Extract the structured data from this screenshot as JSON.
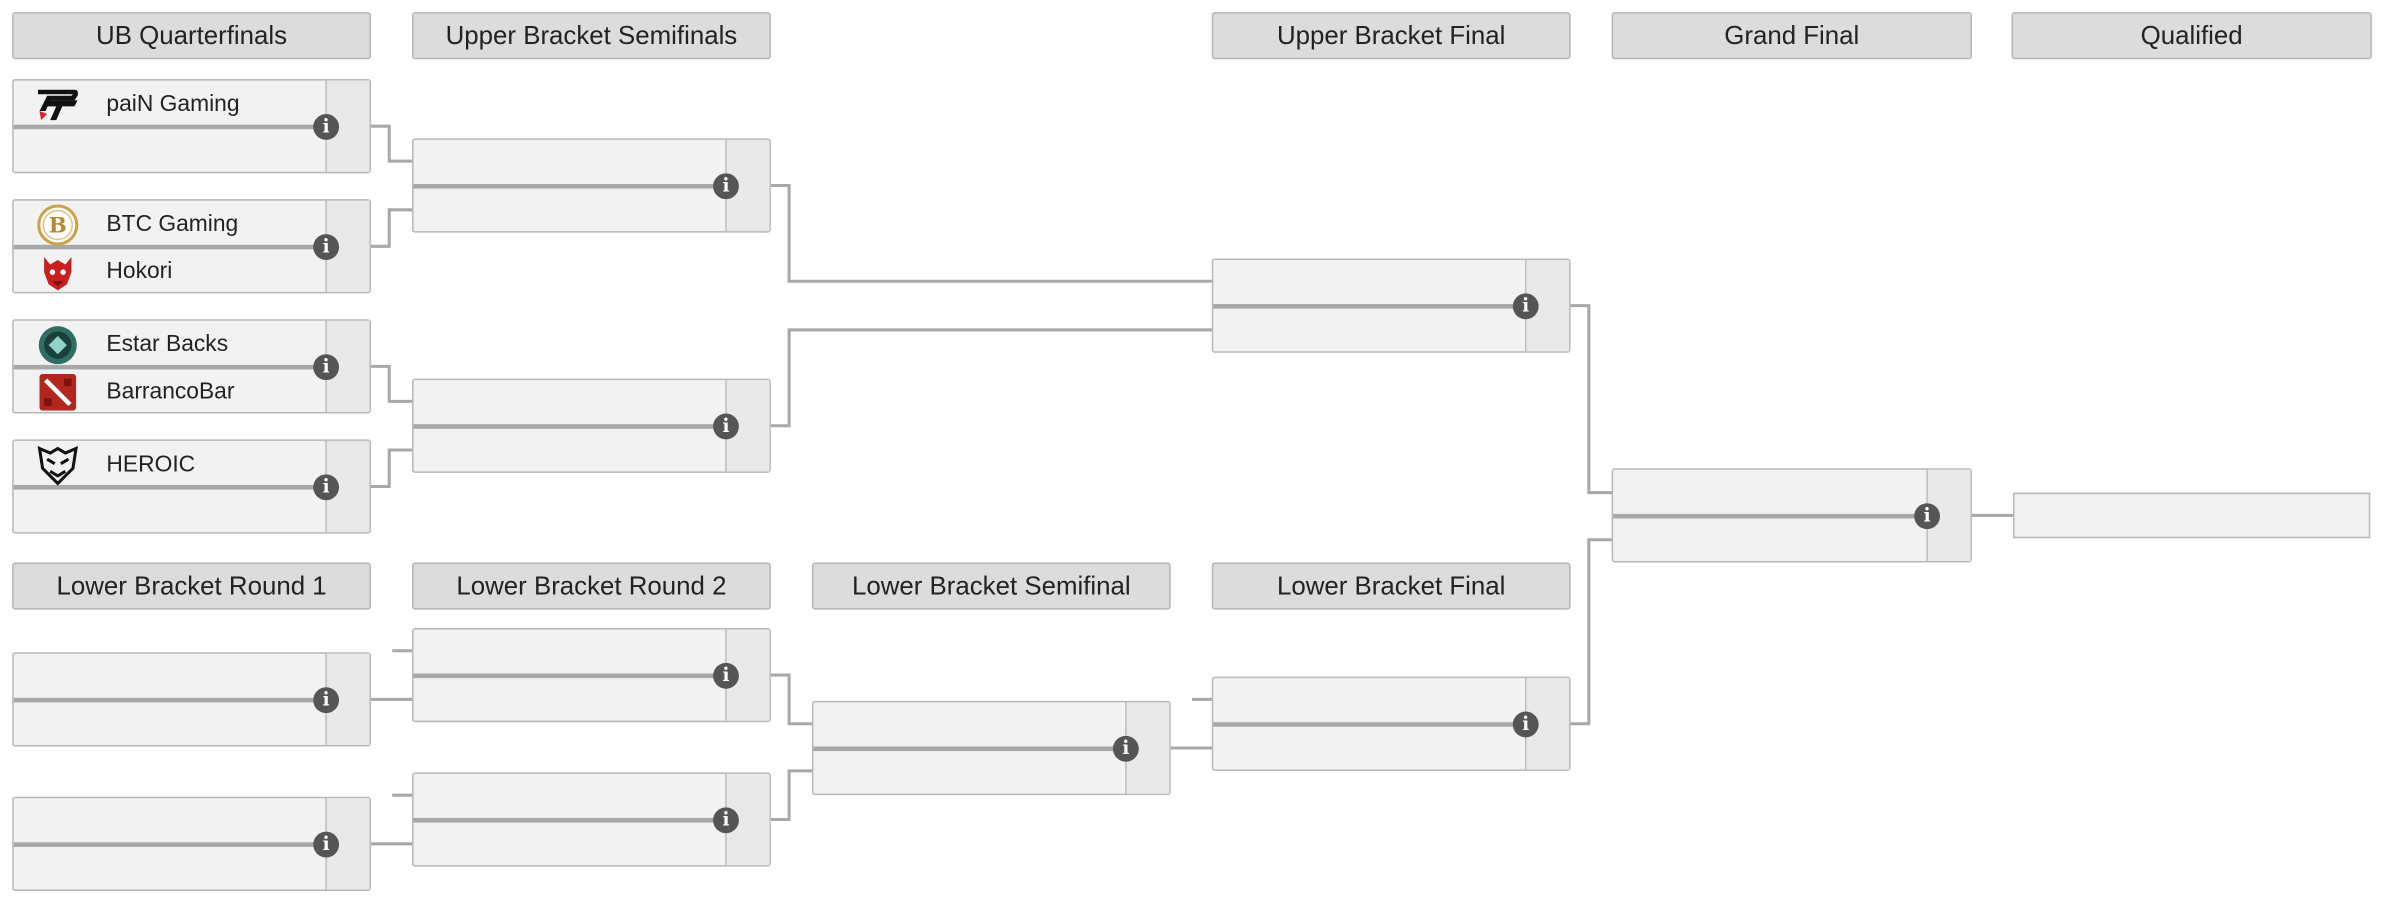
{
  "headers": {
    "ub_quarterfinals": "UB Quarterfinals",
    "ub_semifinals": "Upper Bracket Semifinals",
    "ub_final": "Upper Bracket Final",
    "grand_final": "Grand Final",
    "qualified": "Qualified",
    "lb_round1": "Lower Bracket Round 1",
    "lb_round2": "Lower Bracket Round 2",
    "lb_semifinal": "Lower Bracket Semifinal",
    "lb_final": "Lower Bracket Final"
  },
  "ub_quarterfinals": [
    {
      "team1": "paiN Gaming",
      "team1_logo": "pain-gaming-logo",
      "team2": ""
    },
    {
      "team1": "BTC Gaming",
      "team1_logo": "btc-gaming-logo",
      "team2": "Hokori",
      "team2_logo": "hokori-logo"
    },
    {
      "team1": "Estar Backs",
      "team1_logo": "estar-backs-logo",
      "team2": "BarrancoBar",
      "team2_logo": "dota2-logo"
    },
    {
      "team1": "HEROIC",
      "team1_logo": "heroic-logo",
      "team2": ""
    }
  ],
  "info_icon": "info-icon",
  "colors": {
    "header_bg": "#dcdcdc",
    "match_bg": "#f2f2f2",
    "connector": "#a8a8a8",
    "info_icon": "#555555"
  }
}
